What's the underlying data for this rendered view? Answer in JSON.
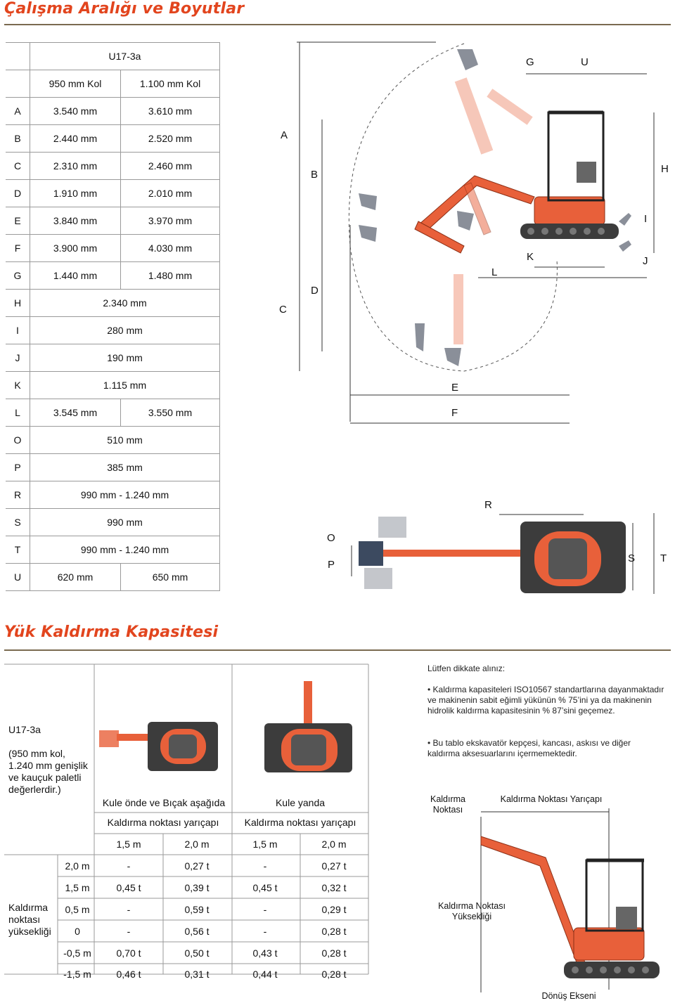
{
  "headings": {
    "dimensions_title": "Çalışma Aralığı ve Boyutlar",
    "lift_title": "Yük Kaldırma Kapasitesi"
  },
  "dims_table": {
    "model": "U17-3a",
    "col1": "950 mm Kol",
    "col2": "1.100 mm Kol",
    "rows": [
      {
        "k": "A",
        "a": "3.540 mm",
        "b": "3.610 mm"
      },
      {
        "k": "B",
        "a": "2.440 mm",
        "b": "2.520 mm"
      },
      {
        "k": "C",
        "a": "2.310 mm",
        "b": "2.460 mm"
      },
      {
        "k": "D",
        "a": "1.910 mm",
        "b": "2.010 mm"
      },
      {
        "k": "E",
        "a": "3.840 mm",
        "b": "3.970 mm"
      },
      {
        "k": "F",
        "a": "3.900 mm",
        "b": "4.030 mm"
      },
      {
        "k": "G",
        "a": "1.440 mm",
        "b": "1.480 mm"
      },
      {
        "k": "H",
        "v": "2.340 mm"
      },
      {
        "k": "I",
        "v": "280 mm"
      },
      {
        "k": "J",
        "v": "190 mm"
      },
      {
        "k": "K",
        "v": "1.115 mm"
      },
      {
        "k": "L",
        "a": "3.545 mm",
        "b": "3.550 mm"
      },
      {
        "k": "O",
        "v": "510 mm"
      },
      {
        "k": "P",
        "v": "385 mm"
      },
      {
        "k": "R",
        "v": "990 mm - 1.240 mm"
      },
      {
        "k": "S",
        "v": "990 mm"
      },
      {
        "k": "T",
        "v": "990 mm - 1.240 mm"
      },
      {
        "k": "U",
        "a": "620 mm",
        "b": "650 mm"
      }
    ]
  },
  "diagram_labels": {
    "A": "A",
    "B": "B",
    "C": "C",
    "D": "D",
    "E": "E",
    "F": "F",
    "G": "G",
    "H": "H",
    "I": "I",
    "J": "J",
    "K": "K",
    "L": "L",
    "U": "U",
    "R": "R",
    "O": "O",
    "P": "P",
    "S": "S",
    "T": "T"
  },
  "lift": {
    "model": "U17-3a",
    "model_note": "(950 mm kol, 1.240 mm genişlik ve kauçuk paletli değerlerdir.)",
    "front_label": "Kule önde ve Bıçak aşağıda",
    "side_label": "Kule yanda",
    "radius_label": "Kaldırma noktası yarıçapı",
    "radii": [
      "1,5 m",
      "2,0 m",
      "1,5 m",
      "2,0 m"
    ],
    "height_label": "Kaldırma noktası yüksekliği",
    "rows": [
      {
        "h": "2,0 m",
        "v": [
          "-",
          "0,27 t",
          "-",
          "0,27 t"
        ]
      },
      {
        "h": "1,5 m",
        "v": [
          "0,45 t",
          "0,39 t",
          "0,45 t",
          "0,32 t"
        ]
      },
      {
        "h": "0,5 m",
        "v": [
          "-",
          "0,59 t",
          "-",
          "0,29 t"
        ]
      },
      {
        "h": "0",
        "v": [
          "-",
          "0,56 t",
          "-",
          "0,28 t"
        ]
      },
      {
        "h": "-0,5 m",
        "v": [
          "0,70 t",
          "0,50 t",
          "0,43 t",
          "0,28 t"
        ]
      },
      {
        "h": "-1,5 m",
        "v": [
          "0,46 t",
          "0,31 t",
          "0,44 t",
          "0,28 t"
        ]
      }
    ]
  },
  "notes": {
    "heading": "Lütfen dikkate alınız:",
    "bullet1": "• Kaldırma kapasiteleri ISO10567 standartlarına dayanmaktadır ve makinenin sabit eğimli yükünün % 75’ini ya da makinenin hidrolik kaldırma kapasitesinin % 87’sini geçemez.",
    "bullet2": "• Bu tablo ekskavatör kepçesi, kancası, askısı ve diğer kaldırma aksesuarlarını içermemektedir."
  },
  "lift_diagram": {
    "point": "Kaldırma Noktası",
    "radius": "Kaldırma Noktası Yarıçapı",
    "height": "Kaldırma Noktası Yüksekliği",
    "axis": "Dönüş Ekseni"
  },
  "colors": {
    "accent": "#e2451e",
    "machine_orange": "#e8603a",
    "machine_dark": "#3c3c3c"
  }
}
